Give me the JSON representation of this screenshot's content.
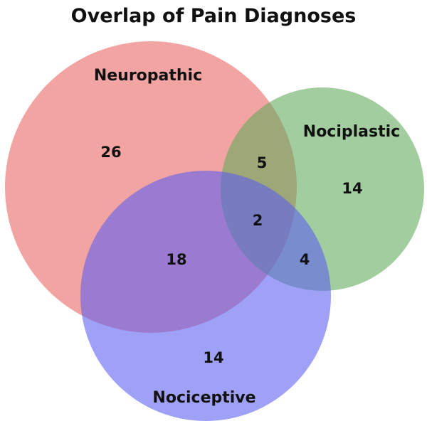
{
  "chart_data": {
    "type": "venn",
    "title": "Overlap of Pain Diagnoses",
    "sets": [
      {
        "name": "Neuropathic",
        "color": "#e8625e"
      },
      {
        "name": "Nociplastic",
        "color": "#5fa85a"
      },
      {
        "name": "Nociceptive",
        "color": "#5a5df0"
      }
    ],
    "regions": [
      {
        "sets": [
          "Neuropathic"
        ],
        "value": "26"
      },
      {
        "sets": [
          "Nociplastic"
        ],
        "value": "14"
      },
      {
        "sets": [
          "Nociceptive"
        ],
        "value": "14"
      },
      {
        "sets": [
          "Neuropathic",
          "Nociplastic"
        ],
        "value": "5"
      },
      {
        "sets": [
          "Neuropathic",
          "Nociceptive"
        ],
        "value": "18"
      },
      {
        "sets": [
          "Nociplastic",
          "Nociceptive"
        ],
        "value": "4"
      },
      {
        "sets": [
          "Neuropathic",
          "Nociplastic",
          "Nociceptive"
        ],
        "value": "2"
      }
    ]
  }
}
